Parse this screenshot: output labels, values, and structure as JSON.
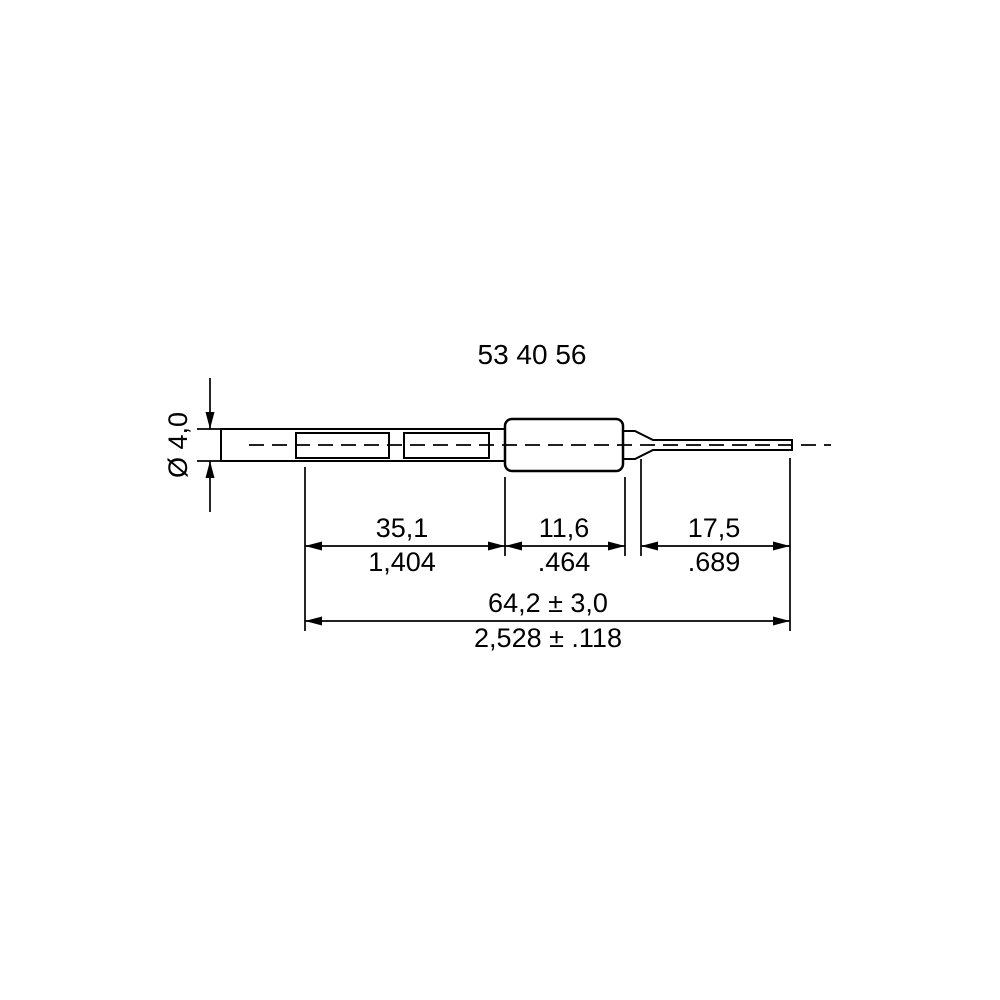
{
  "drawing": {
    "part_number": "53 40 56",
    "dimensions": {
      "diameter": {
        "label": "Ø 4,0"
      },
      "left_lead": {
        "mm": "35,1",
        "inch": "1,404"
      },
      "body": {
        "mm": "11,6",
        "inch": ".464"
      },
      "right_lead": {
        "mm": "17,5",
        "inch": ".689"
      },
      "overall": {
        "mm": "64,2 ± 3,0",
        "inch": "2,528 ± .118"
      }
    },
    "colors": {
      "line": "#000000",
      "background": "#ffffff"
    }
  }
}
